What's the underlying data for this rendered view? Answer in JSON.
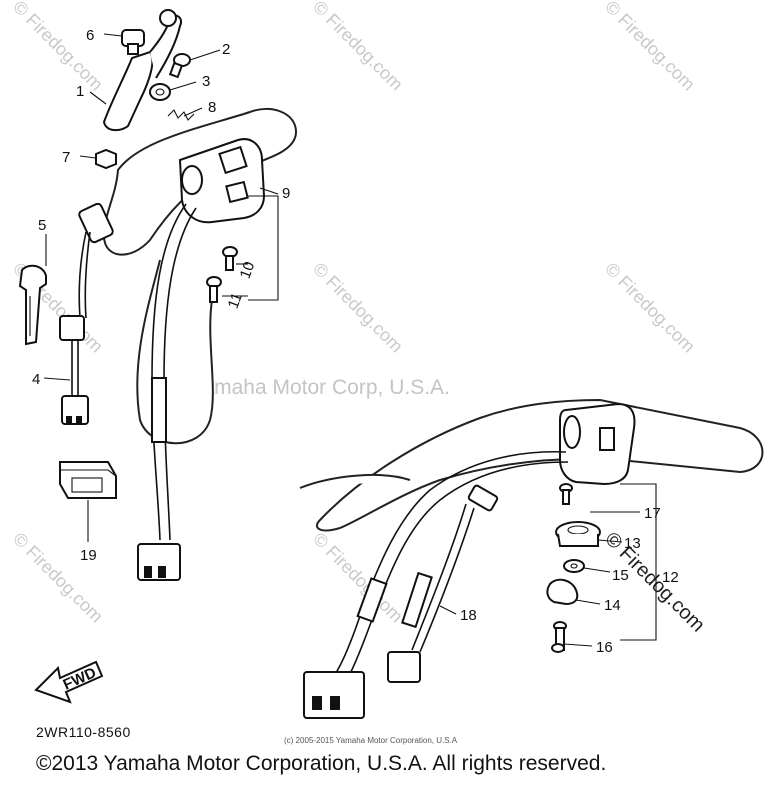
{
  "watermarks": {
    "firedog": "© Firedog.com",
    "center": "Yamaha Motor Corp, U.S.A."
  },
  "callouts": [
    "1",
    "2",
    "3",
    "4",
    "5",
    "6",
    "7",
    "8",
    "9",
    "10",
    "11",
    "12",
    "13",
    "14",
    "15",
    "16",
    "17",
    "18",
    "19"
  ],
  "diagram_code": "2WR110-8560",
  "fwd_label": "FWD",
  "small_copyright": "(c) 2005-2015 Yamaha Motor Corporation, U.S.A",
  "footer_copyright": "©2013 Yamaha Motor Corporation, U.S.A. All rights reserved."
}
